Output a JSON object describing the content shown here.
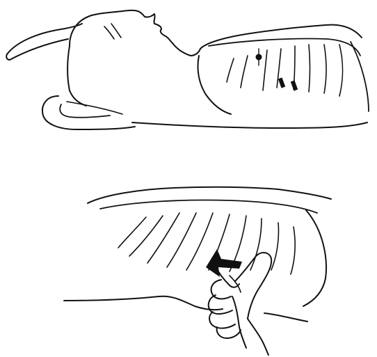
{
  "illustration": {
    "top_panel": {
      "figure": "person-lying-supine-arm-behind-head",
      "markers": [
        "dot-marker",
        "bar-marker",
        "bar-marker"
      ]
    },
    "bottom_panel": {
      "figure": "hand-pressing-thumb-on-torso-under-ribs",
      "direction_indicator": "arrow-icon"
    }
  },
  "colors": {
    "ink": "#111111",
    "background": "#ffffff"
  }
}
